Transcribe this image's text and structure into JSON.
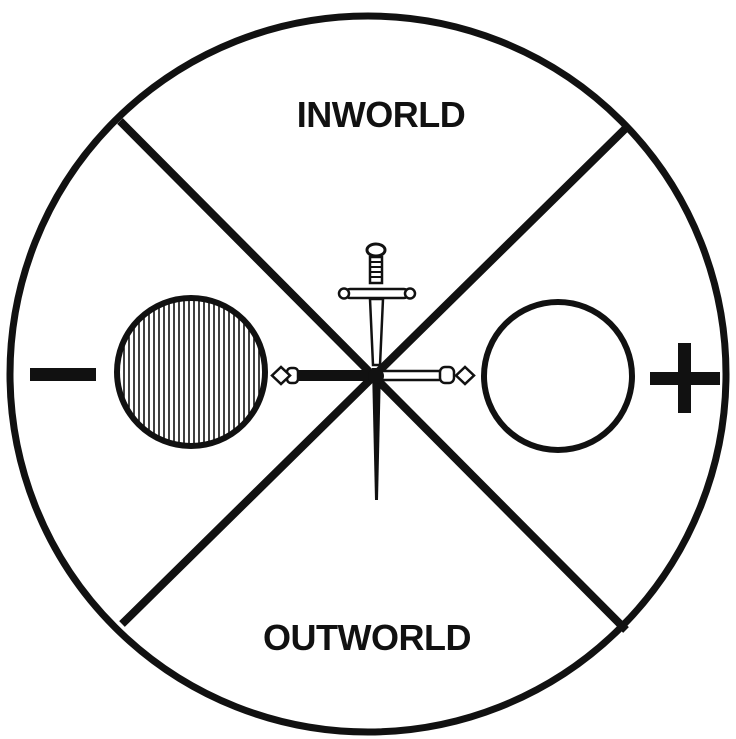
{
  "labels": {
    "top": "INWORLD",
    "bottom": "OUTWORLD"
  },
  "symbols": {
    "minus": "minus-sign",
    "plus": "plus-sign"
  },
  "colors": {
    "ink": "#111111",
    "paper": "#ffffff"
  },
  "icons": {
    "left_disc": "hatched-circle",
    "right_disc": "empty-circle",
    "center": "crossed-swords"
  }
}
